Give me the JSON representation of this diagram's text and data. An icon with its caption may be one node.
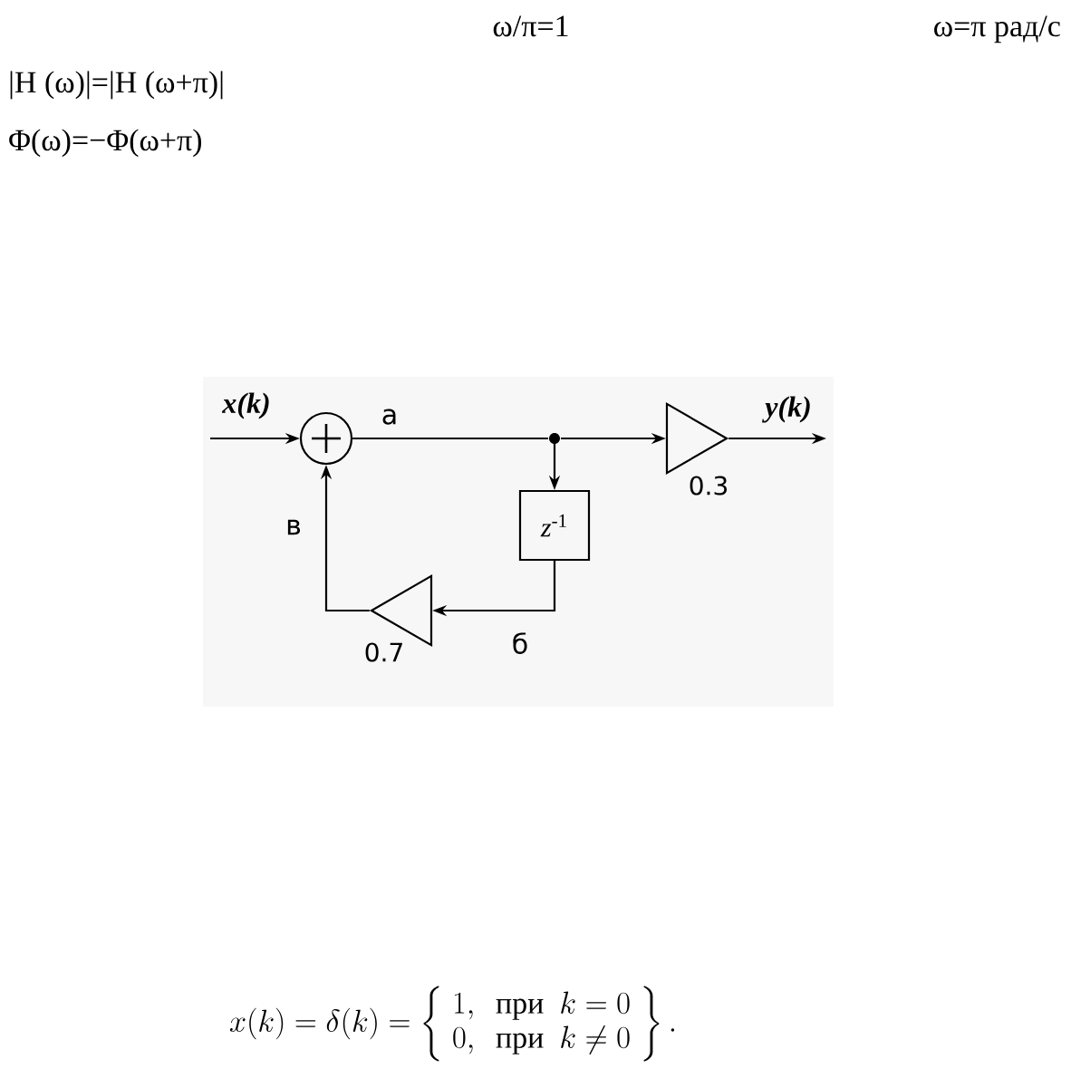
{
  "diagram": {
    "nodes": [
      {
        "text": [],
        "shape": "circle"
      },
      {
        "text": [],
        "shape": "dot"
      },
      {
        "text": [],
        "shape": "triangle",
        "beside": [
          "0.3"
        ]
      },
      {
        "text": [
          "*z*$^{-1}$"
        ]
      },
      {
        "text": [],
        "shape": "triangle",
        "beside": [
          "0.7"
        ]
      }
    ],
    "edges": [
      {
        "from": null,
        "to": 0,
        "arrow": "to",
        "label": "x(k)"
      },
      {
        "from": 0,
        "to": 1,
        "arrow": "none",
        "label": "а"
      },
      {
        "from": 1,
        "to": 2,
        "arrow": "to"
      },
      {
        "from": 2,
        "to": null,
        "arrow": "to",
        "label": "y(k)"
      },
      {
        "from": 1,
        "to": 3,
        "arrow": "to"
      },
      {
        "from": 3,
        "to": 4,
        "arrow": "to",
        "label": "б"
      },
      {
        "from": 4,
        "to": 0,
        "arrow": "to",
        "label": "в"
      }
    ],
    "labels": [
      "ω/π=1",
      "ω=π рад/с",
      "|H (ω)|=|H (ω+π)|",
      "Φ(ω)=−Φ(ω+π)",
      "x(k)=\\delta(k)=\\left\\{\\begin{array}{l}1,\\ \\ \\text{при}\\ \\ k=0\\\\ 0,\\ \\ \\text{при}\\ \\ k\\neq 0\\end{array}\\right\\}."
    ]
  }
}
